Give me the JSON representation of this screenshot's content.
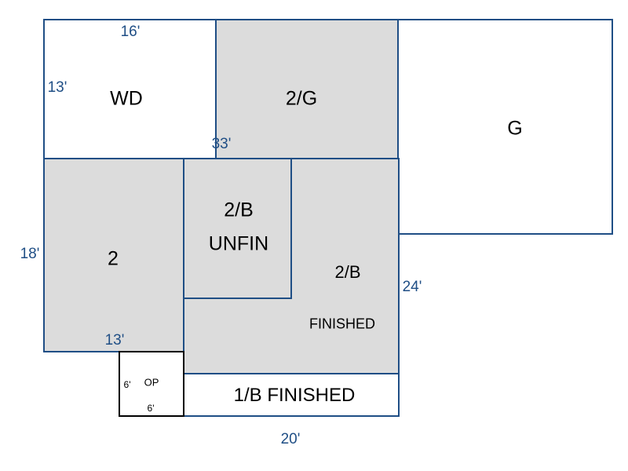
{
  "colors": {
    "line": "#1f4e85",
    "fill_gray": "#dcdcdc",
    "dim_text": "#1f4e85",
    "label_text": "#000000"
  },
  "rooms": {
    "wd": {
      "label": "WD"
    },
    "two_g": {
      "label": "2/G"
    },
    "g": {
      "label": "G"
    },
    "two": {
      "label": "2"
    },
    "two_b_unfin": {
      "line1": "2/B",
      "line2": "UNFIN"
    },
    "two_b_finished": {
      "line1": "2/B",
      "line2": "FINISHED"
    },
    "one_b_finished": {
      "label": "1/B FINISHED"
    },
    "op": {
      "label": "OP",
      "dim_side": "6'",
      "dim_bottom": "6'"
    }
  },
  "dimensions": {
    "top_16": "16'",
    "left_13": "13'",
    "mid_33": "33'",
    "left_18": "18'",
    "bottom_13": "13'",
    "right_24": "24'",
    "bottom_20": "20'"
  }
}
